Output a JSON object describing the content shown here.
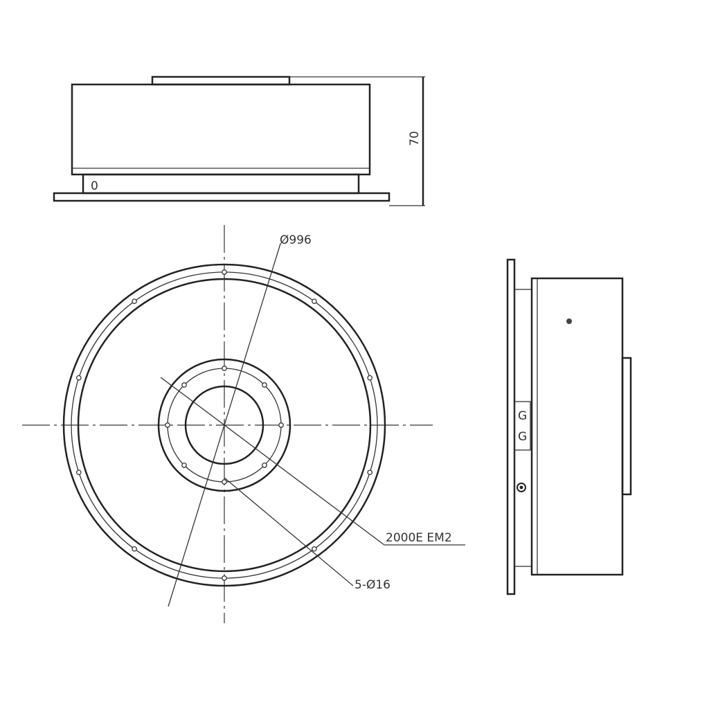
{
  "labels": {
    "height_dim": "70",
    "outer_diameter": "Ø996",
    "pitch_note": "2000E EM2",
    "hole_note": "5-Ø16",
    "side_mark_1": "G",
    "side_mark_2": "G",
    "top_mark": "0"
  }
}
